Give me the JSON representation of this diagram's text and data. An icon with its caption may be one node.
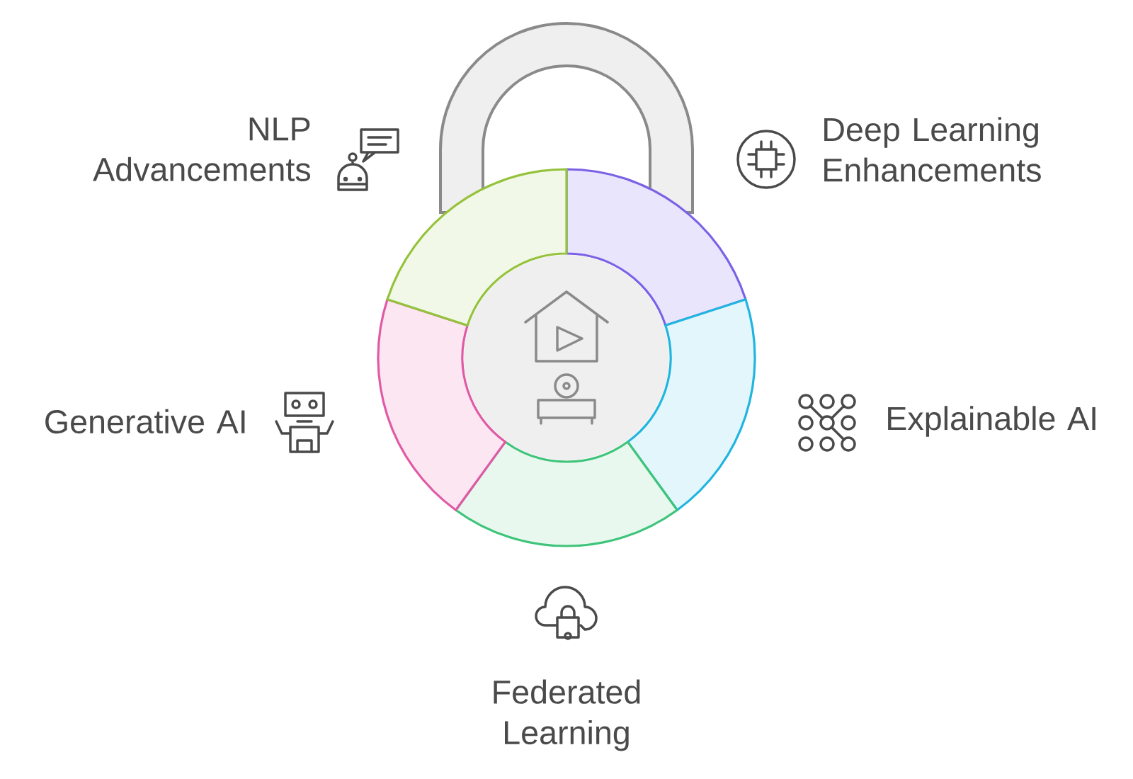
{
  "diagram": {
    "labels": [
      "NLP Advancements",
      "Deep Learning Enhancements",
      "Generative AI",
      "Explainable AI",
      "Federated Learning"
    ]
  }
}
